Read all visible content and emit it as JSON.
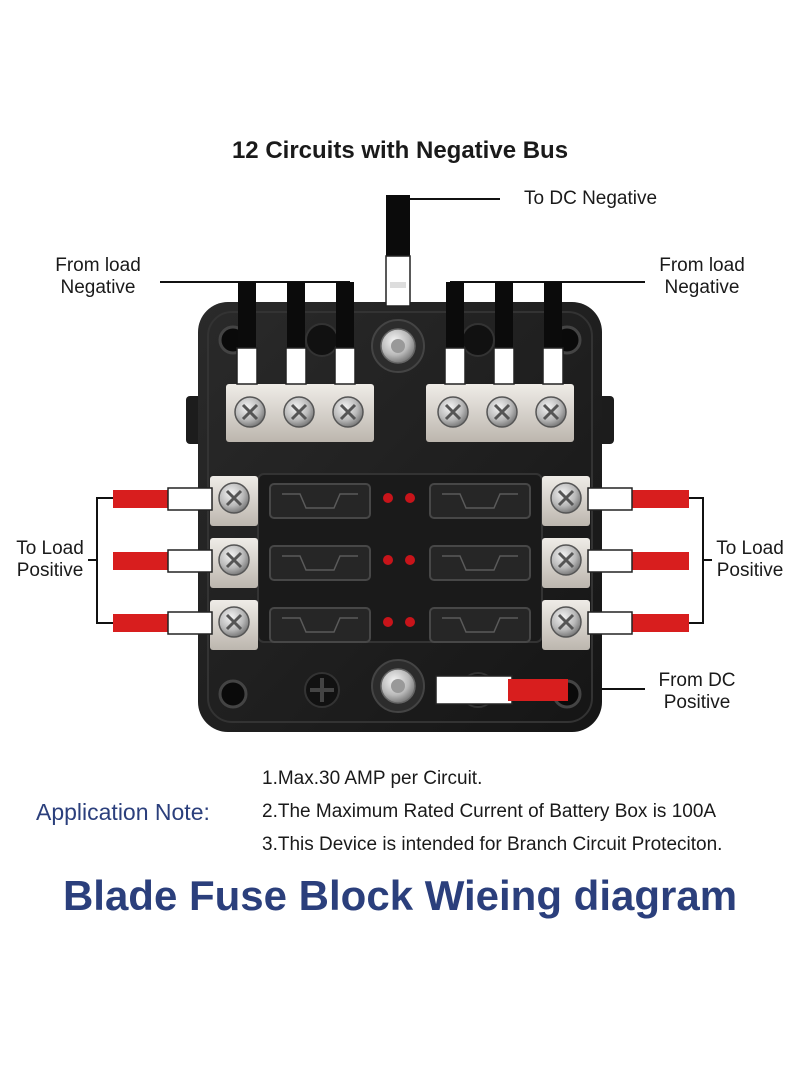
{
  "title": "12 Circuits with Negative Bus",
  "labels": {
    "to_dc_negative": "To DC Negative",
    "from_load_negative_left": [
      "From load",
      "Negative"
    ],
    "from_load_negative_right": [
      "From load",
      "Negative"
    ],
    "to_load_positive_left": [
      "To Load",
      "Positive"
    ],
    "to_load_positive_right": [
      "To Load",
      "Positive"
    ],
    "from_dc_positive": [
      "From DC",
      "Positive"
    ]
  },
  "application_note": {
    "heading": "Application Note:",
    "lines": [
      "1.Max.30 AMP per Circuit.",
      "2.The Maximum Rated Current of Battery Box is 100A",
      "3.This Device is intended for Branch Circuit Proteciton."
    ]
  },
  "footer_title": "Blade Fuse Block Wieing diagram",
  "colors": {
    "housing": "#1f1f1f",
    "wire_black": "#0b0b0b",
    "wire_red": "#d81e1e",
    "led_red": "#c8141a",
    "brass": "#d9d5cf",
    "heading_blue": "#2b3f7c"
  }
}
